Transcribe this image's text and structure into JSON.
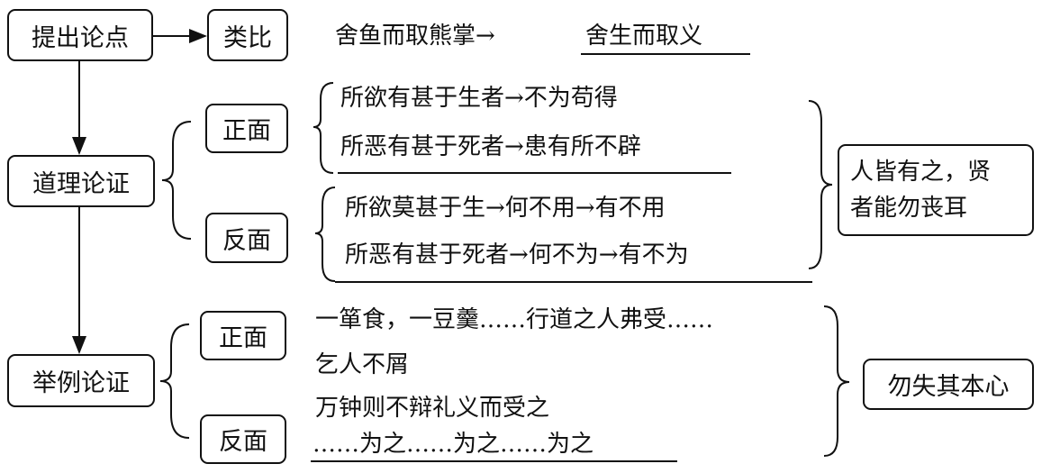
{
  "nodes": {
    "thesis": "提出论点",
    "analogy": "类比",
    "reasoning": "道理论证",
    "examples": "举例论证",
    "reason_positive": "正面",
    "reason_negative": "反面",
    "example_positive": "正面",
    "example_negative": "反面",
    "reason_conclusion": [
      "人皆有之，贤",
      "者能勿丧耳"
    ],
    "example_conclusion": "勿失其本心"
  },
  "analogy_text": {
    "source": "舍鱼而取熊掌→",
    "target": "舍生而取义"
  },
  "reasoning_lines": {
    "positive": [
      "所欲有甚于生者→不为苟得",
      "所恶有甚于死者→患有所不辟"
    ],
    "negative": [
      "所欲莫甚于生→何不用→有不用",
      "所恶有甚于死者→何不为→有不为"
    ]
  },
  "example_lines": {
    "positive": [
      "一箪食，一豆羹……行道之人弗受……",
      "乞人不屑"
    ],
    "negative": [
      "万钟则不辩礼义而受之",
      "……为之……为之……为之"
    ]
  }
}
